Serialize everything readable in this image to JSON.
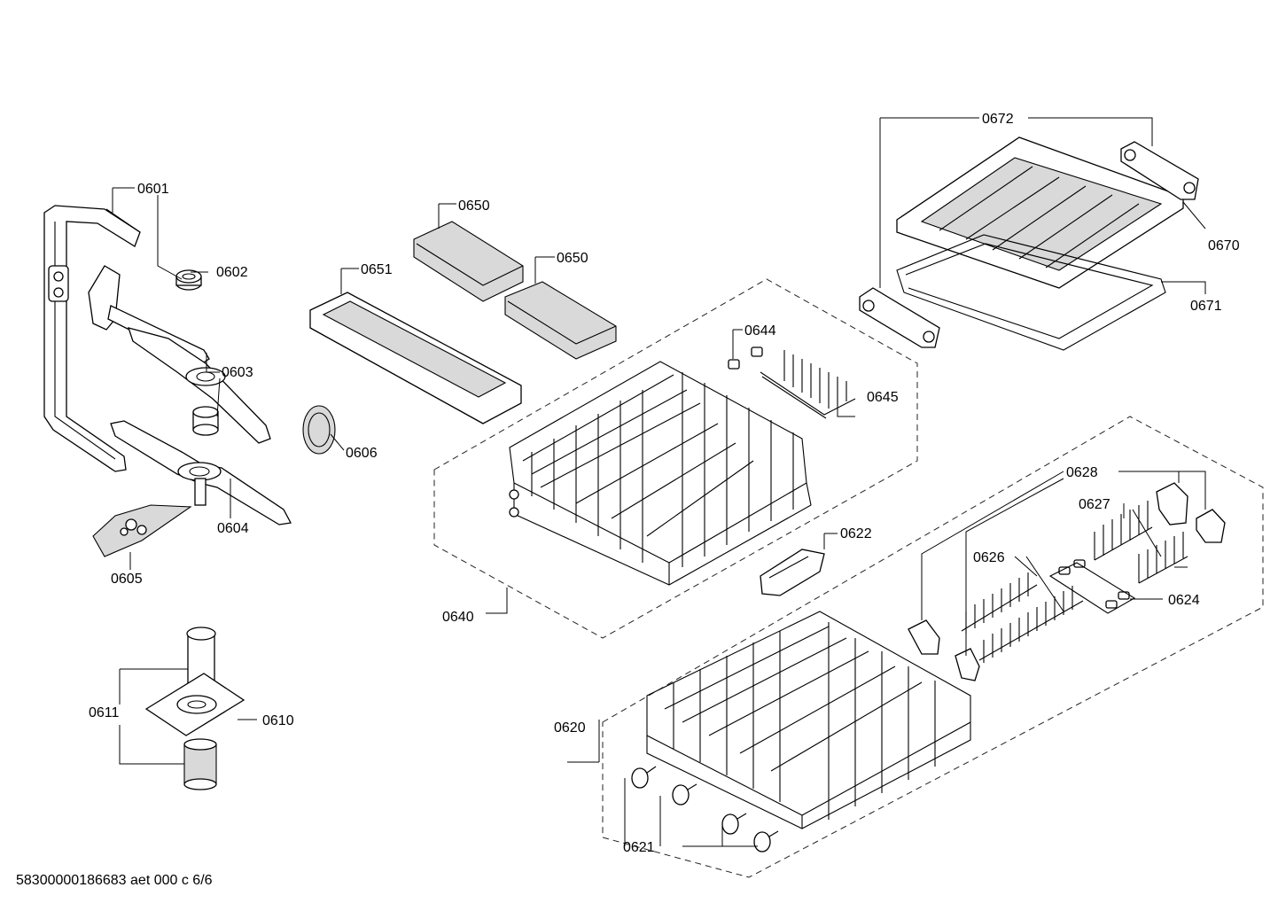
{
  "diagram": {
    "labels": {
      "l0601": "0601",
      "l0602": "0602",
      "l0603": "0603",
      "l0604": "0604",
      "l0605": "0605",
      "l0606": "0606",
      "l0610": "0610",
      "l0611": "0611",
      "l0620": "0620",
      "l0621": "0621",
      "l0622": "0622",
      "l0624": "0624",
      "l0626": "0626",
      "l0627": "0627",
      "l0628": "0628",
      "l0640": "0640",
      "l0644": "0644",
      "l0645": "0645",
      "l0650a": "0650",
      "l0650b": "0650",
      "l0651": "0651",
      "l0670": "0670",
      "l0671": "0671",
      "l0672": "0672"
    },
    "footer": "58300000186683 aet 000 c 6/6"
  }
}
